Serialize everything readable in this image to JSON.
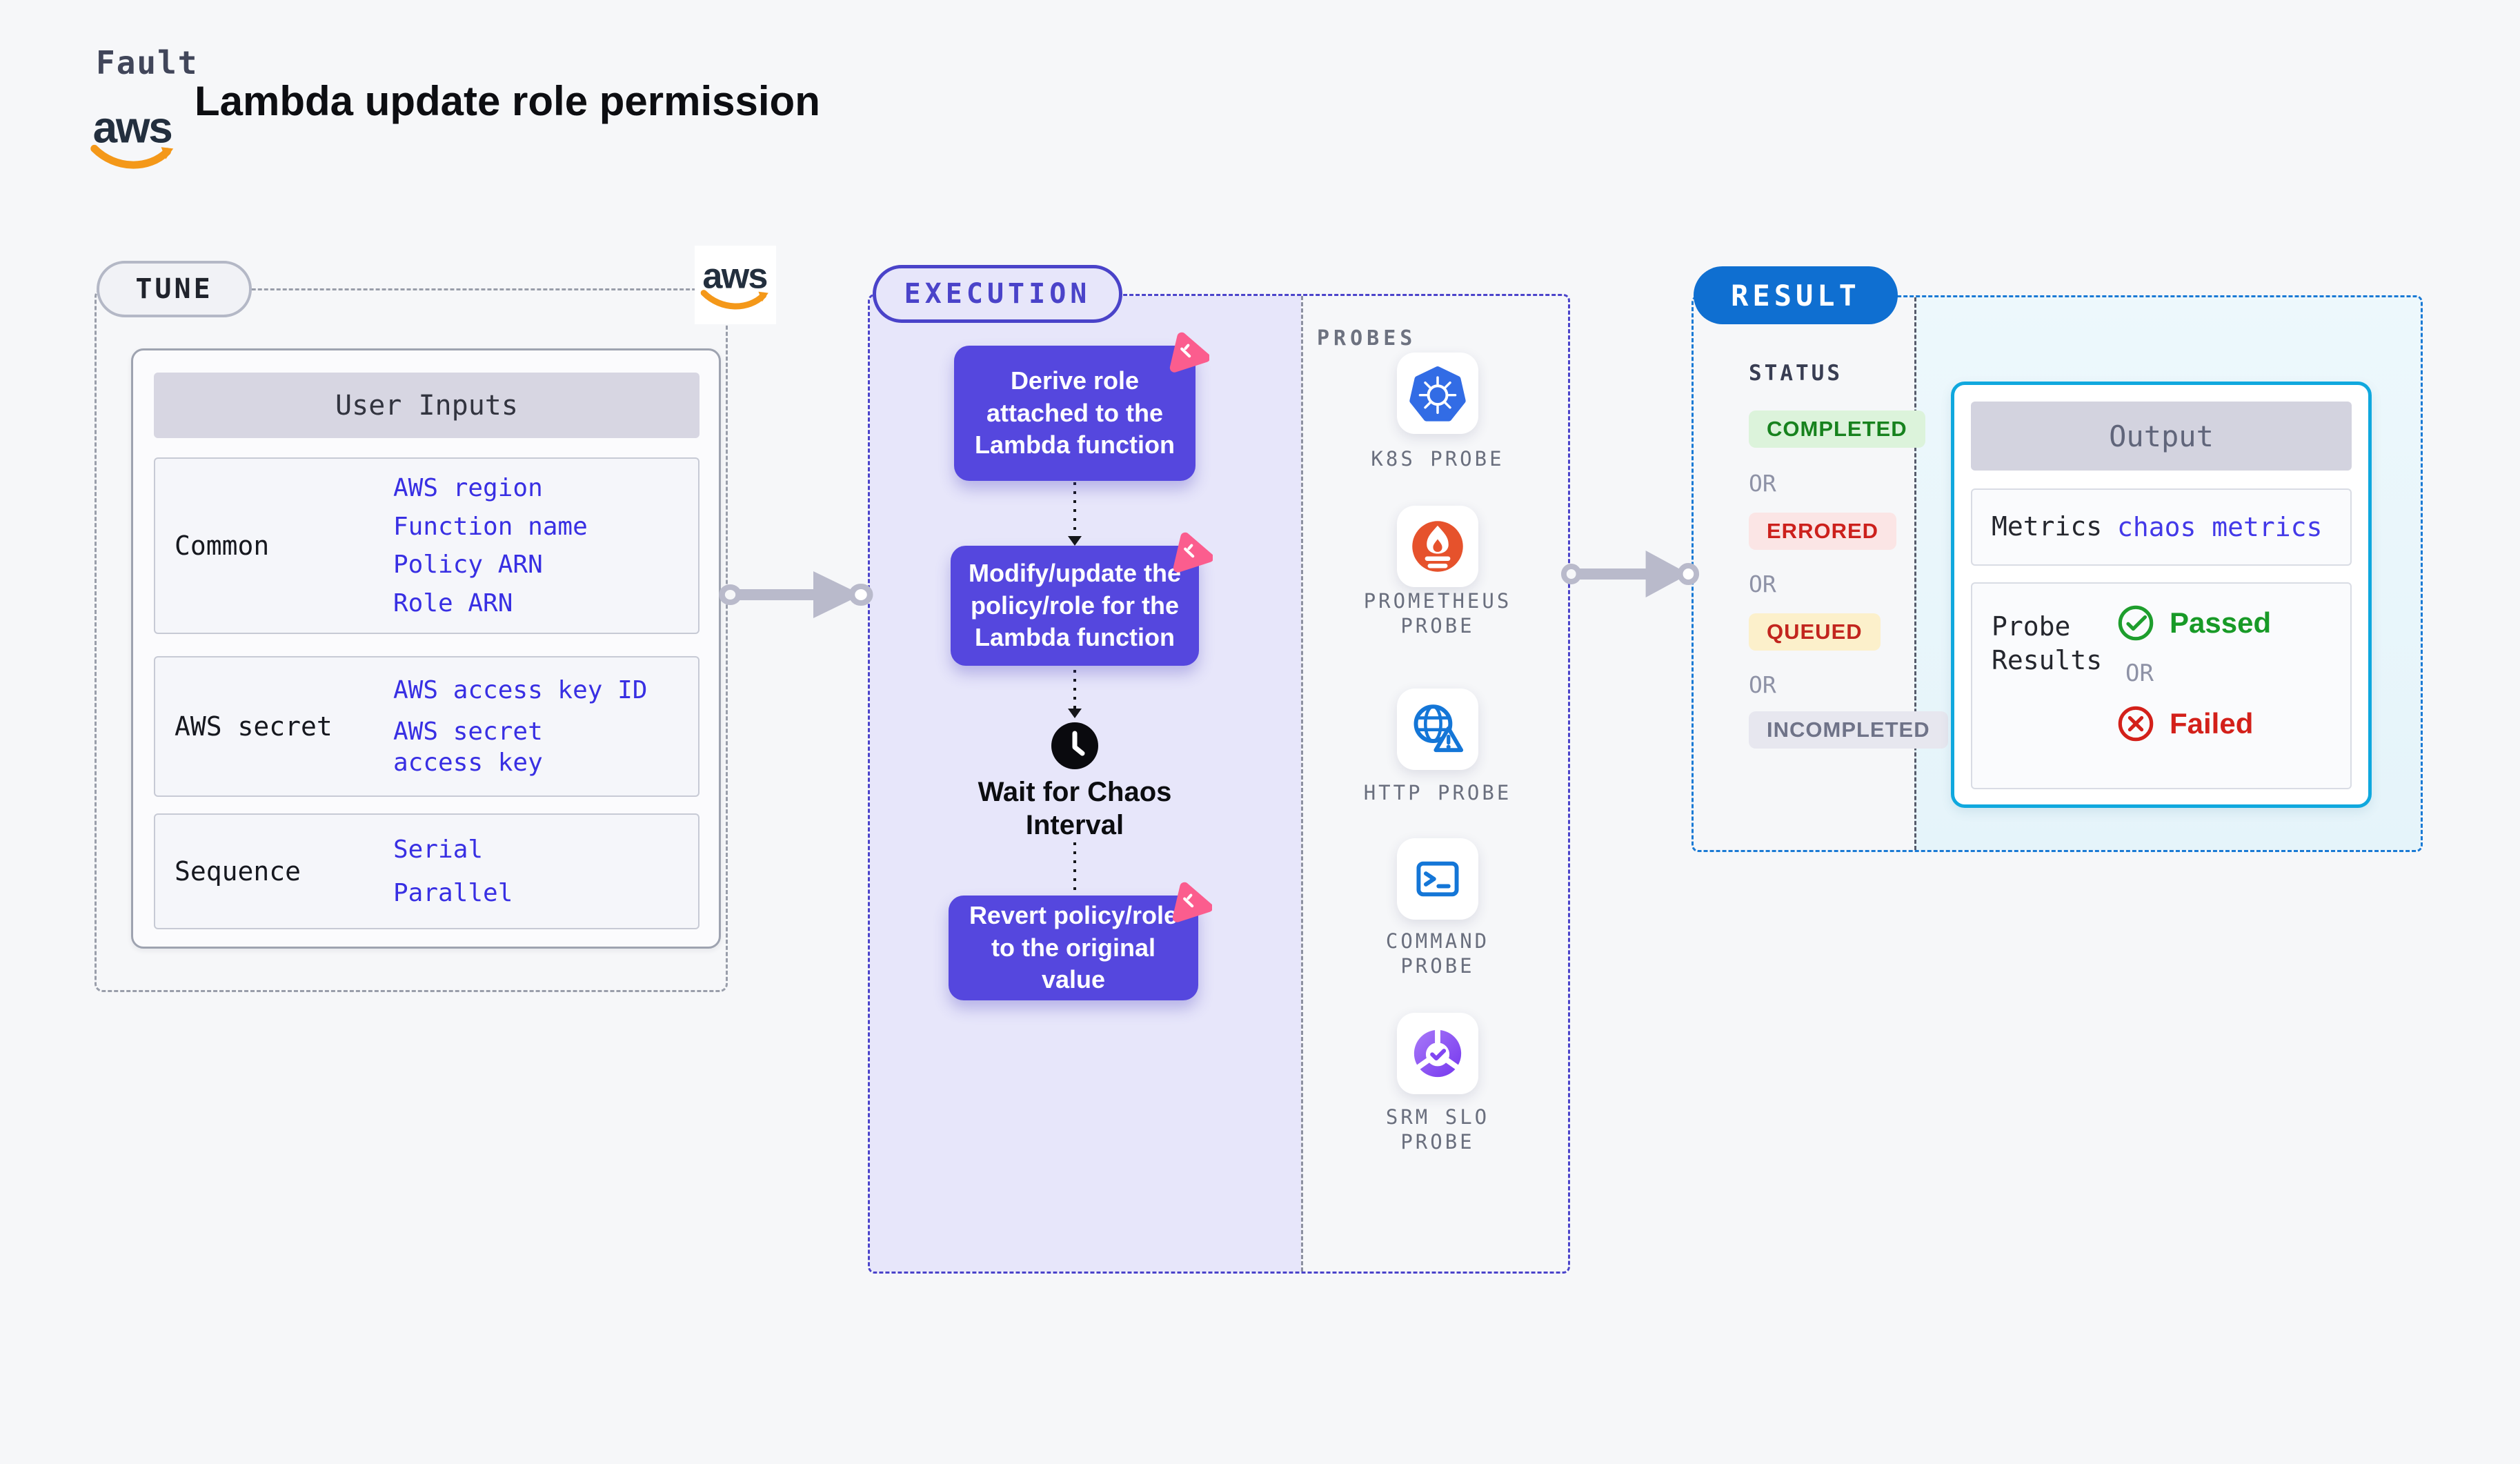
{
  "header": {
    "eyebrow": "Fault",
    "title": "Lambda update role permission",
    "aws_logo_text": "aws"
  },
  "tune": {
    "badge": "TUNE",
    "user_inputs": {
      "title": "User Inputs",
      "rows": [
        {
          "label": "Common",
          "values": [
            "AWS region",
            "Function name",
            "Policy ARN",
            "Role ARN"
          ]
        },
        {
          "label": "AWS secret",
          "values": [
            "AWS access key ID",
            "AWS secret access key"
          ]
        },
        {
          "label": "Sequence",
          "values": [
            "Serial",
            "Parallel"
          ]
        }
      ]
    }
  },
  "execution": {
    "badge": "EXECUTION",
    "steps": [
      "Derive role attached to the Lambda function",
      "Modify/update the policy/role for the Lambda function",
      "Revert policy/role to the original value"
    ],
    "wait_step": "Wait for Chaos Interval"
  },
  "probes": {
    "title": "PROBES",
    "items": [
      {
        "label": "K8S PROBE",
        "icon": "kubernetes-icon"
      },
      {
        "label": "PROMETHEUS PROBE",
        "icon": "prometheus-icon"
      },
      {
        "label": "HTTP PROBE",
        "icon": "http-globe-warning-icon"
      },
      {
        "label": "COMMAND PROBE",
        "icon": "terminal-icon"
      },
      {
        "label": "SRM SLO PROBE",
        "icon": "slo-donut-check-icon"
      }
    ]
  },
  "result": {
    "badge": "RESULT",
    "status_title": "STATUS",
    "or_label": "OR",
    "statuses": [
      {
        "label": "COMPLETED",
        "bg": "#dcf3db",
        "color": "#17821e"
      },
      {
        "label": "ERRORED",
        "bg": "#fbe5e5",
        "color": "#cc201c"
      },
      {
        "label": "QUEUED",
        "bg": "#fcf0cb",
        "color": "#c2251e"
      },
      {
        "label": "INCOMPLETED",
        "bg": "#e7e7ef",
        "color": "#6f7388"
      }
    ],
    "output": {
      "title": "Output",
      "metrics_label": "Metrics",
      "metrics_value": "chaos metrics",
      "probe_results_label": "Probe Results",
      "passed_label": "Passed",
      "or_label": "OR",
      "failed_label": "Failed"
    }
  },
  "colors": {
    "page_bg": "#f6f7f9",
    "step_box": "#5547de",
    "execution_panel": "#e7e6fa",
    "execution_dash": "#4b44cb",
    "tune_dash": "#999eaa",
    "result_dash": "#1a7ad5",
    "result_badge": "#0f6fd1",
    "output_border": "#10a8de",
    "link_blue": "#382fe3",
    "aws_orange": "#f49819",
    "kubernetes_blue": "#326ce5",
    "prometheus_orange": "#e6522c",
    "probe_icon_blue": "#1476d7",
    "srm_purple": "#7e3ff0",
    "chaos_pink": "#fb5d8e",
    "passed_green": "#189a27",
    "failed_red": "#d3201a",
    "arrow_gray": "#b9bacb"
  }
}
